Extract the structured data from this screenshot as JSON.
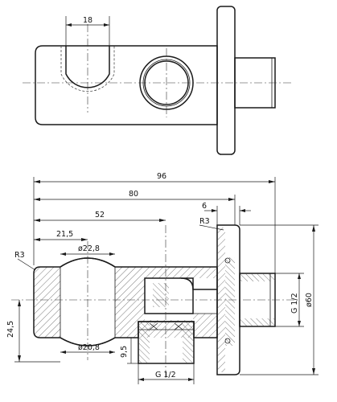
{
  "dimensions": {
    "top_width": "18",
    "overall_length": "96",
    "body_length": "80",
    "flange_thickness": "6",
    "hole_position": "52",
    "groove_position": "21,5",
    "flange_radius": "R3",
    "body_radius": "R3",
    "groove_top_diameter": "ø22,8",
    "groove_bottom_diameter": "ø20,8",
    "center_height": "24,5",
    "socket_offset": "9,5",
    "outlet_thread": "G 1/2",
    "inlet_thread": "G 1/2",
    "flange_diameter": "ø60"
  }
}
